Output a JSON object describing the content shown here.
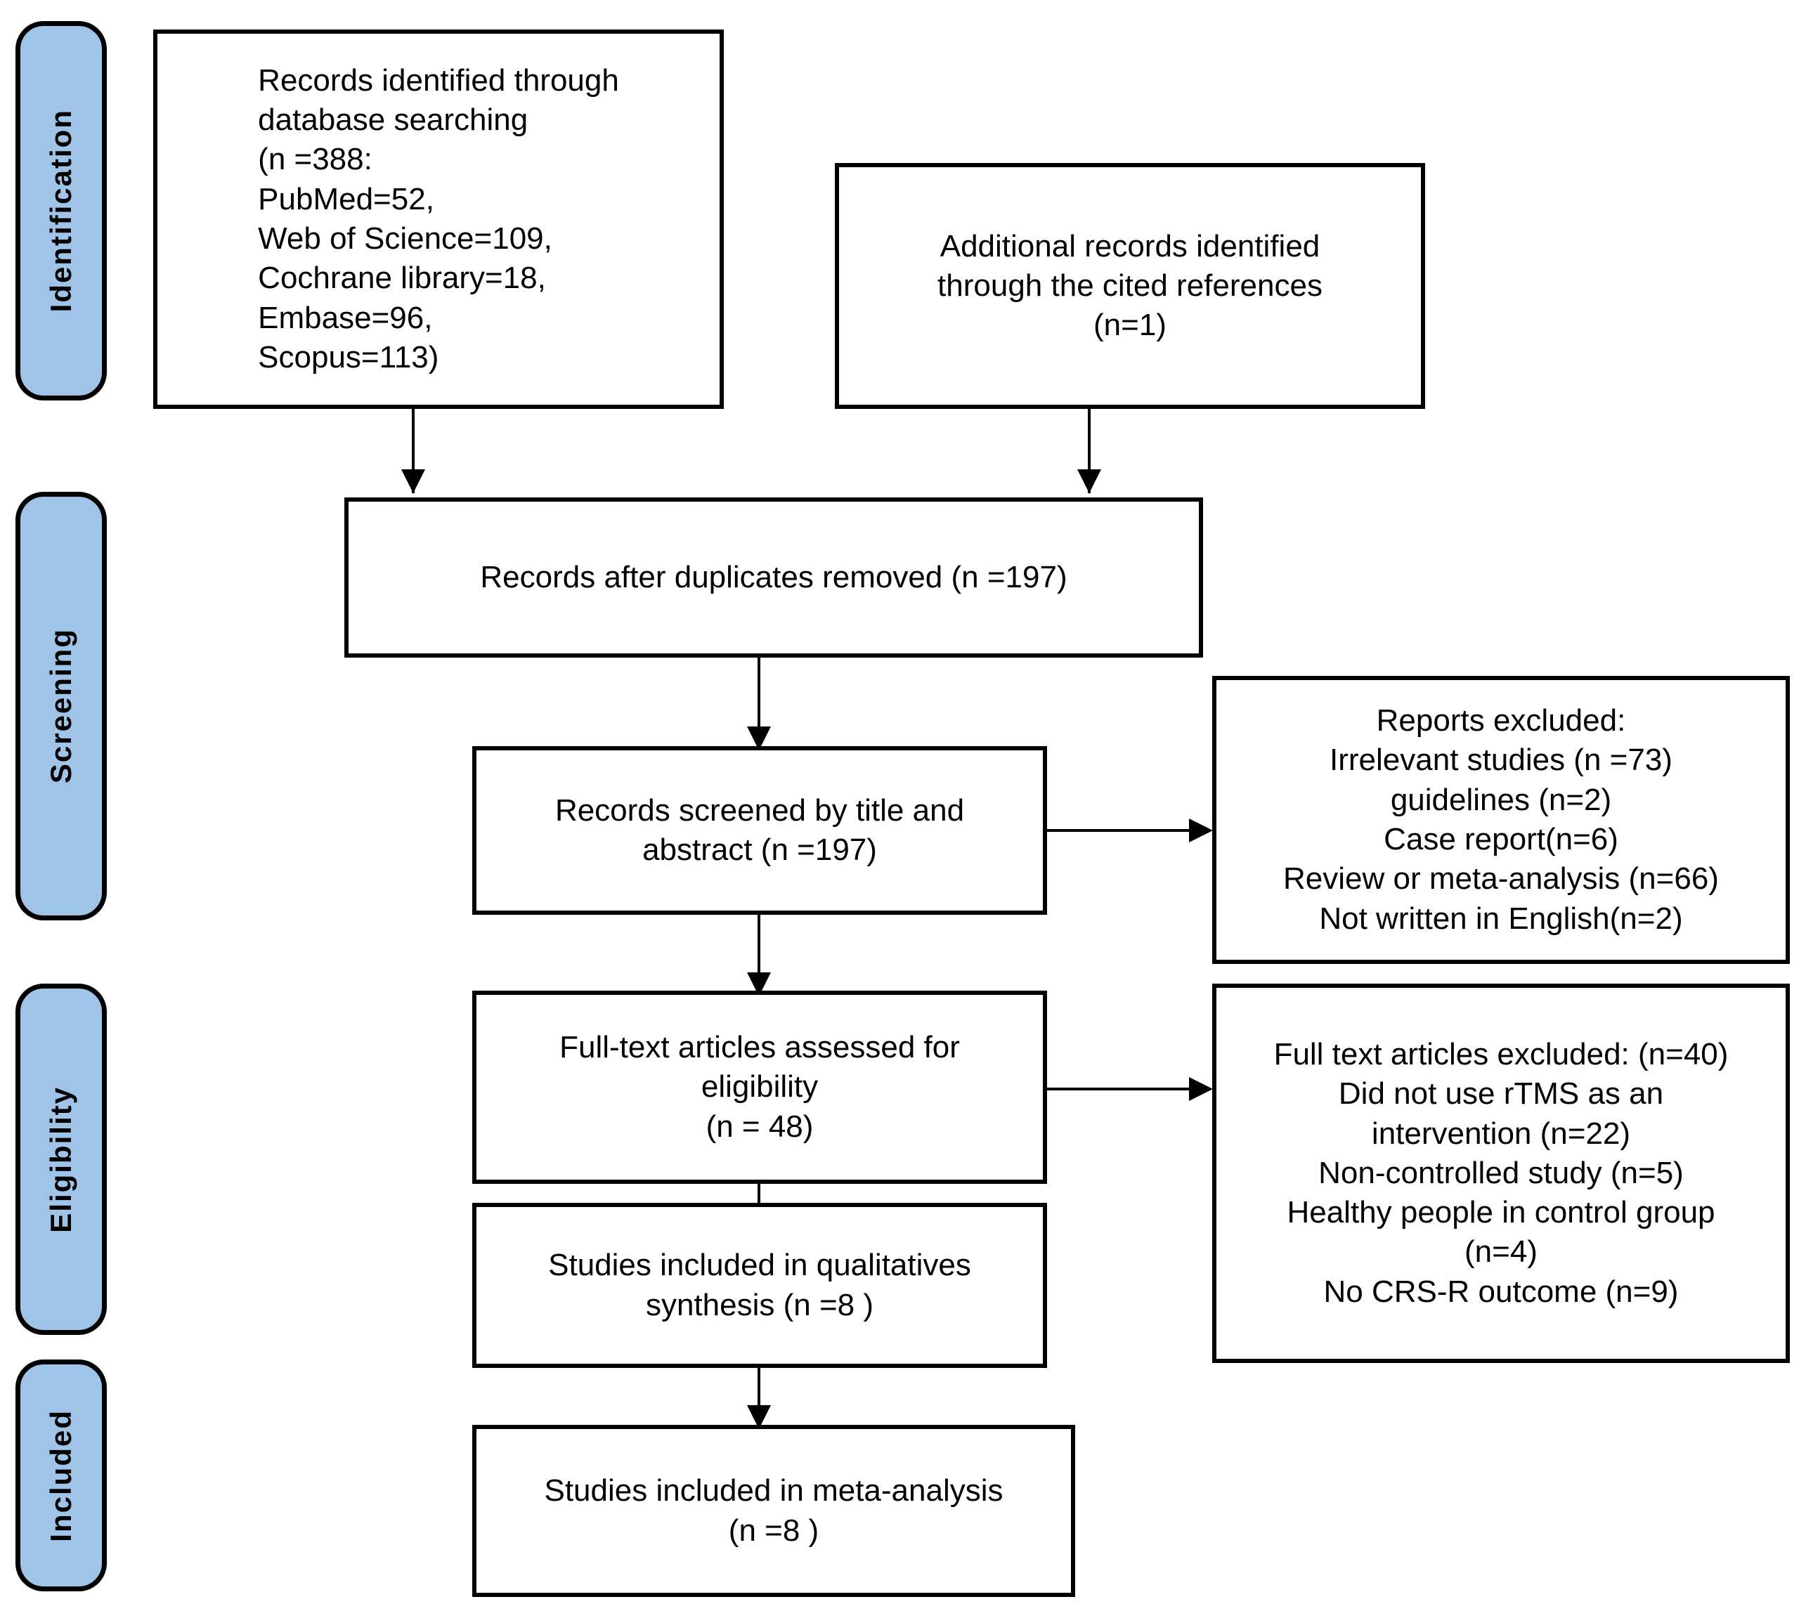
{
  "diagram": {
    "type": "prisma-flow-diagram",
    "stages": [
      {
        "id": "identification",
        "label": "Identification"
      },
      {
        "id": "screening",
        "label": "Screening"
      },
      {
        "id": "eligibility",
        "label": "Eligibility"
      },
      {
        "id": "included",
        "label": "Included"
      }
    ],
    "boxes": {
      "database_records": {
        "text": "Records identified through\ndatabase searching\n   (n =388:\n   PubMed=52,\n   Web of Science=109,\n   Cochrane library=18,\n   Embase=96,\n   Scopus=113)"
      },
      "additional_records": {
        "text": "Additional records identified\nthrough the cited references\n(n=1)"
      },
      "after_duplicates": {
        "text": "Records after duplicates removed (n =197)"
      },
      "screened": {
        "text": "Records screened by title and\nabstract (n =197)"
      },
      "reports_excluded": {
        "text": "Reports excluded:\nIrrelevant studies (n =73)\nguidelines (n=2)\nCase report(n=6)\nReview or meta-analysis (n=66)\nNot written in English(n=2)"
      },
      "fulltext_assessed": {
        "text": "Full-text articles assessed for\neligibility\n(n = 48)"
      },
      "fulltext_excluded": {
        "text": "Full text articles excluded:  (n=40)\n    Did not use rTMS as an\n      intervention (n=22)\n   Non-controlled study (n=5)\nHealthy people in control group\n(n=4)\nNo CRS-R outcome (n=9)"
      },
      "qualitative_synthesis": {
        "text": "Studies included in qualitatives\nsynthesis (n =8 )"
      },
      "meta_analysis": {
        "text": "Studies included in meta-analysis\n(n =8 )"
      }
    },
    "counts": {
      "database_total": 388,
      "pubmed": 52,
      "web_of_science": 109,
      "cochrane_library": 18,
      "embase": 96,
      "scopus": 113,
      "additional_records": 1,
      "after_duplicates": 197,
      "screened": 197,
      "excluded_irrelevant": 73,
      "excluded_guidelines": 2,
      "excluded_case_report": 6,
      "excluded_review_meta": 66,
      "excluded_not_english": 2,
      "fulltext_assessed": 48,
      "fulltext_excluded_total": 40,
      "excluded_no_rtms": 22,
      "excluded_non_controlled": 5,
      "excluded_healthy_controls": 4,
      "excluded_no_crsr": 9,
      "qualitative_synthesis": 8,
      "meta_analysis": 8
    },
    "colors": {
      "stage_bar_fill": "#a0c4e8",
      "stage_bar_border": "#000000",
      "box_border": "#000000",
      "box_fill": "#ffffff",
      "text": "#000000"
    }
  }
}
